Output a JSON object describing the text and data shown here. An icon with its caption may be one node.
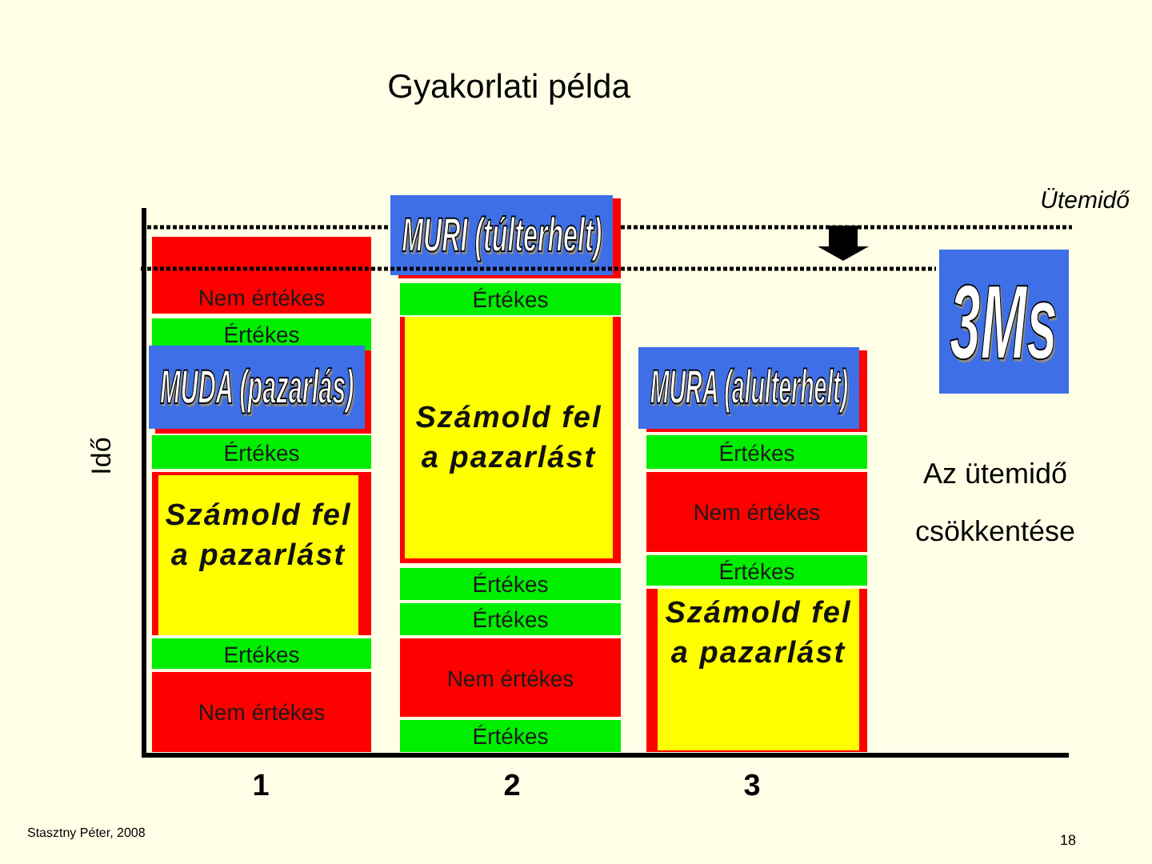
{
  "diagram": {
    "title": "Gyakorlati példa",
    "nodes": [
      {
        "text": [
          "Nem értékes"
        ]
      },
      {
        "text": [
          "Értékes"
        ]
      },
      {
        "text": [
          "MUDA (pazarlás)"
        ]
      },
      {
        "text": [
          "Értékes"
        ]
      },
      {
        "text": [
          "Számold fel a pazarlást"
        ]
      },
      {
        "text": [
          "Ertékes"
        ]
      },
      {
        "text": [
          "Nem értékes"
        ]
      },
      {
        "text": [
          "MURI (túlterhelt)"
        ]
      },
      {
        "text": [
          "Értékes"
        ]
      },
      {
        "text": [
          "Számold fel a pazarlást"
        ]
      },
      {
        "text": [
          "Értékes"
        ]
      },
      {
        "text": [
          "Értékes"
        ]
      },
      {
        "text": [
          "Nem értékes"
        ]
      },
      {
        "text": [
          "Értékes"
        ]
      },
      {
        "text": [
          "MURA (alulterhelt)"
        ]
      },
      {
        "text": [
          "Értékes"
        ]
      },
      {
        "text": [
          "Nem értékes"
        ]
      },
      {
        "text": [
          "Értékes"
        ]
      },
      {
        "text": [
          "Számold fel a pazarlást"
        ]
      },
      {
        "text": [
          "3Ms"
        ]
      }
    ],
    "labels": [
      "Ütemidő",
      "Idő",
      "Az ütemidő csökkentése",
      "1",
      "2",
      "3",
      "Stasztny Péter, 2008",
      "18"
    ]
  }
}
